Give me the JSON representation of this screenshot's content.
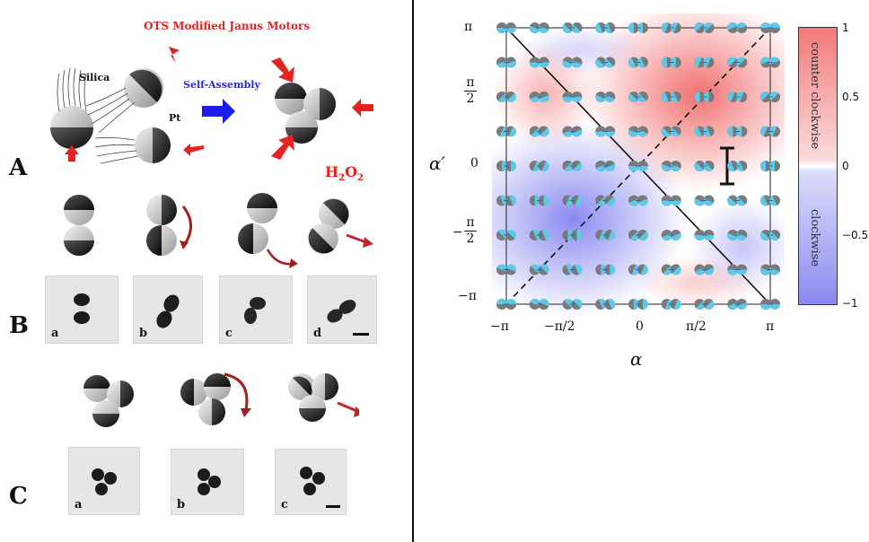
{
  "left": {
    "title": "OTS Modified Janus Motors",
    "silica": "Silica",
    "pt": "Pt",
    "self_assembly": "Self-Assembly",
    "h2o2": "H",
    "h2o2_sub1": "2",
    "h2o2_o": "O",
    "h2o2_sub2": "2",
    "panel_a": "A",
    "panel_b": "B",
    "panel_c": "C",
    "b_labels": [
      "a",
      "b",
      "c",
      "d"
    ],
    "c_labels": [
      "a",
      "b",
      "c"
    ]
  },
  "right": {
    "y_ticks": [
      "π",
      "π",
      "2",
      "0",
      "−",
      "π",
      "2",
      "−π"
    ],
    "y_tick_pi": "π",
    "y_tick_half_pi_num": "π",
    "y_tick_half_pi_den": "2",
    "y_tick_zero": "0",
    "y_tick_neg_half": "−",
    "y_tick_neg_pi": "−π",
    "x_ticks": [
      "−π",
      "−π/2",
      "0",
      "π/2",
      "π"
    ],
    "x_title": "α",
    "y_title": "α′",
    "colorbar_ticks": [
      "1",
      "0.5",
      "0",
      "−0.5",
      "−1"
    ],
    "colorbar_top_label": "counter clockwise",
    "colorbar_bottom_label": "clockwise",
    "colors": {
      "red": "#f06a6a",
      "blue": "#8484ef",
      "marker_cyan": "#5ec8e8",
      "marker_gray": "#7a7a7a"
    }
  }
}
